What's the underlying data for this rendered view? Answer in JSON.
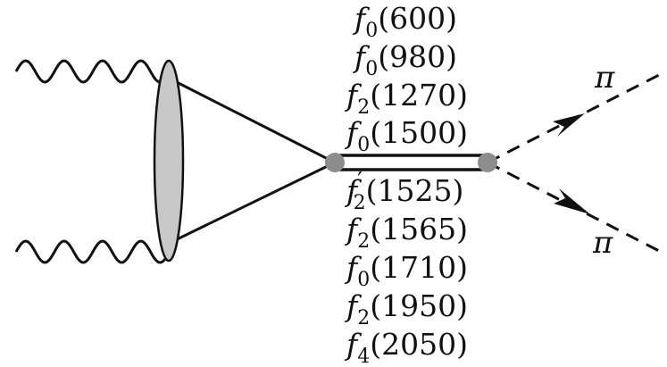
{
  "resonances_above": [
    {
      "symbol": "f",
      "subscript": "0",
      "prime": "",
      "mass": "(600)"
    },
    {
      "symbol": "f",
      "subscript": "0",
      "prime": "",
      "mass": "(980)"
    },
    {
      "symbol": "f",
      "subscript": "2",
      "prime": "",
      "mass": "(1270)"
    },
    {
      "symbol": "f",
      "subscript": "0",
      "prime": "",
      "mass": "(1500)"
    }
  ],
  "resonances_below": [
    {
      "symbol": "f",
      "subscript": "2",
      "prime": "′",
      "mass": "(1525)"
    },
    {
      "symbol": "f",
      "subscript": "2",
      "prime": "",
      "mass": "(1565)"
    },
    {
      "symbol": "f",
      "subscript": "0",
      "prime": "",
      "mass": "(1710)"
    },
    {
      "symbol": "f",
      "subscript": "2",
      "prime": "",
      "mass": "(1950)"
    },
    {
      "symbol": "f",
      "subscript": "4",
      "prime": "",
      "mass": "(2050)"
    }
  ],
  "final_state": {
    "upper": "π",
    "lower": "π"
  },
  "colors": {
    "line": "#111111",
    "blob": "#c8c8c8",
    "vertex": "#8c8c8c"
  }
}
